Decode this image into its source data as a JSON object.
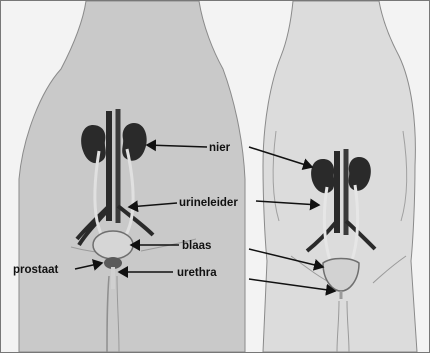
{
  "diagram": {
    "colors": {
      "background": "#f3f3f3",
      "body_male": "#c9c9c9",
      "body_female": "#dcdcdc",
      "organ_dark": "#2a2a2a",
      "bladder": "#d2d2d2",
      "outline": "#7a7a7a"
    },
    "labels": {
      "nier": "nier",
      "urineleider": "urineleider",
      "blaas": "blaas",
      "prostaat": "prostaat",
      "urethra": "urethra"
    }
  }
}
